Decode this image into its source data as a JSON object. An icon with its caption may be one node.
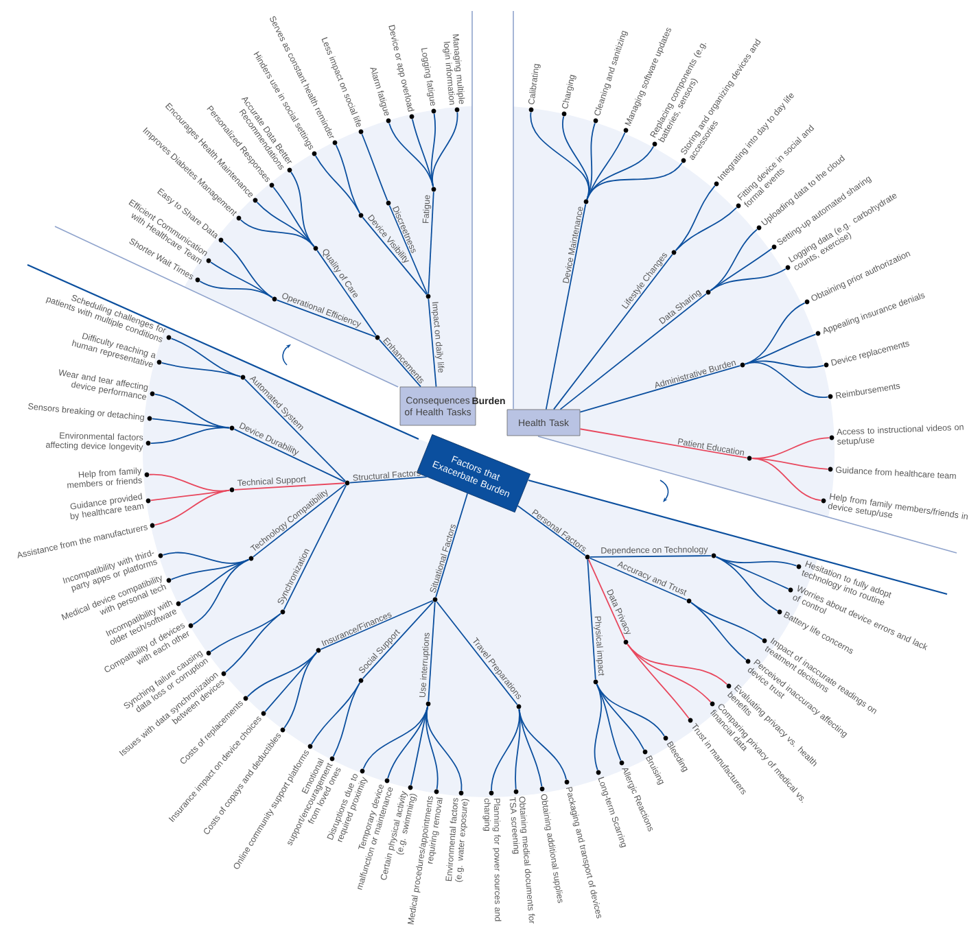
{
  "diagram": {
    "nodes": [
      {
        "text": [
          "Consequences of Health Tasks"
        ]
      },
      {
        "text": [
          "Enhancements"
        ]
      },
      {
        "text": [
          "Operational Efficiency"
        ]
      },
      {
        "text": [
          "Shorter Wait Times"
        ]
      },
      {
        "text": [
          "Efficient Communication with Healthcare Team"
        ]
      },
      {
        "text": [
          "Easy to Share Data"
        ]
      },
      {
        "text": [
          "Quality of Care"
        ]
      },
      {
        "text": [
          "Improves Diabetes Management"
        ]
      },
      {
        "text": [
          "Encourages Health Maintenance"
        ]
      },
      {
        "text": [
          "Personalized Responses"
        ]
      },
      {
        "text": [
          "Accurate Data Better Recommendations"
        ]
      },
      {
        "text": [
          "Impact on daily life"
        ]
      },
      {
        "text": [
          "Device Visibility"
        ]
      },
      {
        "text": [
          "Hinders use in social settings"
        ]
      },
      {
        "text": [
          "Serves as constant health reminder"
        ]
      },
      {
        "text": [
          "Discreetness"
        ]
      },
      {
        "text": [
          "Less impact on social life"
        ]
      },
      {
        "text": [
          "Fatigue"
        ]
      },
      {
        "text": [
          "Alarm fatigue"
        ]
      },
      {
        "text": [
          "Device or app overload"
        ]
      },
      {
        "text": [
          "Logging fatigue"
        ]
      },
      {
        "text": [
          "Managing multiple login information"
        ]
      },
      {
        "text": [
          "Health Task"
        ]
      },
      {
        "text": [
          "Device Maintenance"
        ]
      },
      {
        "text": [
          "Calibrating"
        ]
      },
      {
        "text": [
          "Charging"
        ]
      },
      {
        "text": [
          "Cleaning and sanitizing"
        ]
      },
      {
        "text": [
          "Managing software updates"
        ]
      },
      {
        "text": [
          "Replacing components (e.g. batteries, sensors)"
        ]
      },
      {
        "text": [
          "Storing and organizing devices and accessories"
        ]
      },
      {
        "text": [
          "Lifestyle Changes"
        ]
      },
      {
        "text": [
          "Integrating into day to day life"
        ]
      },
      {
        "text": [
          "Fitting device in social and formal events"
        ]
      },
      {
        "text": [
          "Data Sharing"
        ]
      },
      {
        "text": [
          "Uploading data to the cloud"
        ]
      },
      {
        "text": [
          "Setting-up automated sharing"
        ]
      },
      {
        "text": [
          "Logging data (e.g. carbohydrate counts, exercise)"
        ]
      },
      {
        "text": [
          "Administrative Burden"
        ]
      },
      {
        "text": [
          "Obtaining prior authorization"
        ]
      },
      {
        "text": [
          "Appealing insurance denials"
        ]
      },
      {
        "text": [
          "Device replacements"
        ]
      },
      {
        "text": [
          "Reimbursements"
        ]
      },
      {
        "text": [
          "Patient Education"
        ]
      },
      {
        "text": [
          "Access to instructional videos on setup/use"
        ]
      },
      {
        "text": [
          "Guidance from healthcare team"
        ]
      },
      {
        "text": [
          "Help from family members/friends in device setup/use"
        ]
      },
      {
        "text": [
          "Factors that Exacerbate Burden"
        ]
      },
      {
        "text": [
          "Structural Factors"
        ]
      },
      {
        "text": [
          "Automated System"
        ]
      },
      {
        "text": [
          "Scheduling challenges for patients with multiple conditions"
        ]
      },
      {
        "text": [
          "Difficulty reaching a human representative"
        ]
      },
      {
        "text": [
          "Device Durability"
        ]
      },
      {
        "text": [
          "Wear and tear affecting device performance"
        ]
      },
      {
        "text": [
          "Sensors breaking or detaching"
        ]
      },
      {
        "text": [
          "Environmental factors affecting device longevity"
        ]
      },
      {
        "text": [
          "Technical Support"
        ]
      },
      {
        "text": [
          "Help from family members or friends"
        ]
      },
      {
        "text": [
          "Guidance provided by healthcare team"
        ]
      },
      {
        "text": [
          "Assistance from the manufacturers"
        ]
      },
      {
        "text": [
          "Technology Compatibility"
        ]
      },
      {
        "text": [
          "Incompatibility with third-party apps or platforms"
        ]
      },
      {
        "text": [
          "Medical device compatibility with personal tech"
        ]
      },
      {
        "text": [
          "Incompatibility with older tech/software"
        ]
      },
      {
        "text": [
          "Compatibility of devices with each other"
        ]
      },
      {
        "text": [
          "Synchronization"
        ]
      },
      {
        "text": [
          "Synching failure causing data loss or corruption"
        ]
      },
      {
        "text": [
          "Issues with data synchronization between devices"
        ]
      },
      {
        "text": [
          "Situational Factors"
        ]
      },
      {
        "text": [
          "Insurance/Finances"
        ]
      },
      {
        "text": [
          "Costs of replacements"
        ]
      },
      {
        "text": [
          "Insurance impact on device choices"
        ]
      },
      {
        "text": [
          "Costs of copays and deductibles"
        ]
      },
      {
        "text": [
          "Social Support"
        ]
      },
      {
        "text": [
          "Online community support platforms"
        ]
      },
      {
        "text": [
          "Emotional support/encouragement from loved ones"
        ]
      },
      {
        "text": [
          "Use interruptions"
        ]
      },
      {
        "text": [
          "Disruptions due to required proximity"
        ]
      },
      {
        "text": [
          "Temporary device malfunction or maintenance"
        ]
      },
      {
        "text": [
          "Certain physical activity (e.g. swimming)"
        ]
      },
      {
        "text": [
          "Medical procedures/appointments requiring removal"
        ]
      },
      {
        "text": [
          "Environmental factors (e.g. water exposure)"
        ]
      },
      {
        "text": [
          "Travel Preparations"
        ]
      },
      {
        "text": [
          "Planning for power sources and charging"
        ]
      },
      {
        "text": [
          "Obtaining medical documents for TSA screening"
        ]
      },
      {
        "text": [
          "Obtaining additional supplies"
        ]
      },
      {
        "text": [
          "Packaging and transport of devices"
        ]
      },
      {
        "text": [
          "Personal Factors"
        ]
      },
      {
        "text": [
          "Dependence on Technology"
        ]
      },
      {
        "text": [
          "Hesitation to fully adopt technology into routine"
        ]
      },
      {
        "text": [
          "Worries about device errors and lack of control"
        ]
      },
      {
        "text": [
          "Battery life concerns"
        ]
      },
      {
        "text": [
          "Accuracy and Trust"
        ]
      },
      {
        "text": [
          "Impact of inaccurate readings on treatment decisions"
        ]
      },
      {
        "text": [
          "Perceived inaccuracy affecting device trust"
        ]
      },
      {
        "text": [
          "Data Privacy"
        ]
      },
      {
        "text": [
          "Evaluating privacy vs. health benefits"
        ]
      },
      {
        "text": [
          "Comparing privacy of medical vs. financial data"
        ]
      },
      {
        "text": [
          "Trust in manufacturers"
        ]
      },
      {
        "text": [
          "Physical impact"
        ]
      },
      {
        "text": [
          "Bleeding"
        ]
      },
      {
        "text": [
          "Bruising"
        ]
      },
      {
        "text": [
          "Allergic Reactions"
        ]
      },
      {
        "text": [
          "Long-term Scarring"
        ]
      }
    ],
    "edges": [
      {
        "from": 0,
        "to": 1,
        "arrow": "none"
      },
      {
        "from": 1,
        "to": 2,
        "arrow": "none"
      },
      {
        "from": 2,
        "to": 3,
        "arrow": "none"
      },
      {
        "from": 2,
        "to": 4,
        "arrow": "none"
      },
      {
        "from": 2,
        "to": 5,
        "arrow": "none"
      },
      {
        "from": 1,
        "to": 6,
        "arrow": "none"
      },
      {
        "from": 6,
        "to": 7,
        "arrow": "none"
      },
      {
        "from": 6,
        "to": 8,
        "arrow": "none"
      },
      {
        "from": 6,
        "to": 9,
        "arrow": "none"
      },
      {
        "from": 6,
        "to": 10,
        "arrow": "none"
      },
      {
        "from": 0,
        "to": 11,
        "arrow": "none"
      },
      {
        "from": 11,
        "to": 12,
        "arrow": "none"
      },
      {
        "from": 12,
        "to": 13,
        "arrow": "none"
      },
      {
        "from": 12,
        "to": 14,
        "arrow": "none"
      },
      {
        "from": 11,
        "to": 15,
        "arrow": "none"
      },
      {
        "from": 15,
        "to": 16,
        "arrow": "none"
      },
      {
        "from": 11,
        "to": 17,
        "arrow": "none"
      },
      {
        "from": 17,
        "to": 18,
        "arrow": "none"
      },
      {
        "from": 17,
        "to": 19,
        "arrow": "none"
      },
      {
        "from": 17,
        "to": 20,
        "arrow": "none"
      },
      {
        "from": 17,
        "to": 21,
        "arrow": "none"
      },
      {
        "from": 22,
        "to": 23,
        "arrow": "none"
      },
      {
        "from": 23,
        "to": 24,
        "arrow": "none"
      },
      {
        "from": 23,
        "to": 25,
        "arrow": "none"
      },
      {
        "from": 23,
        "to": 26,
        "arrow": "none"
      },
      {
        "from": 23,
        "to": 27,
        "arrow": "none"
      },
      {
        "from": 23,
        "to": 28,
        "arrow": "none"
      },
      {
        "from": 23,
        "to": 29,
        "arrow": "none"
      },
      {
        "from": 22,
        "to": 30,
        "arrow": "none"
      },
      {
        "from": 30,
        "to": 31,
        "arrow": "none"
      },
      {
        "from": 30,
        "to": 32,
        "arrow": "none"
      },
      {
        "from": 22,
        "to": 33,
        "arrow": "none"
      },
      {
        "from": 33,
        "to": 34,
        "arrow": "none"
      },
      {
        "from": 33,
        "to": 35,
        "arrow": "none"
      },
      {
        "from": 33,
        "to": 36,
        "arrow": "none"
      },
      {
        "from": 22,
        "to": 37,
        "arrow": "none"
      },
      {
        "from": 37,
        "to": 38,
        "arrow": "none"
      },
      {
        "from": 37,
        "to": 39,
        "arrow": "none"
      },
      {
        "from": 37,
        "to": 40,
        "arrow": "none"
      },
      {
        "from": 37,
        "to": 41,
        "arrow": "none"
      },
      {
        "from": 22,
        "to": 42,
        "arrow": "none",
        "color": "#e8475d"
      },
      {
        "from": 42,
        "to": 43,
        "arrow": "none",
        "color": "#e8475d"
      },
      {
        "from": 42,
        "to": 44,
        "arrow": "none",
        "color": "#e8475d"
      },
      {
        "from": 42,
        "to": 45,
        "arrow": "none",
        "color": "#e8475d"
      },
      {
        "from": 46,
        "to": 47,
        "arrow": "none"
      },
      {
        "from": 47,
        "to": 48,
        "arrow": "none"
      },
      {
        "from": 48,
        "to": 49,
        "arrow": "none"
      },
      {
        "from": 48,
        "to": 50,
        "arrow": "none"
      },
      {
        "from": 47,
        "to": 51,
        "arrow": "none"
      },
      {
        "from": 51,
        "to": 52,
        "arrow": "none"
      },
      {
        "from": 51,
        "to": 53,
        "arrow": "none"
      },
      {
        "from": 51,
        "to": 54,
        "arrow": "none"
      },
      {
        "from": 47,
        "to": 55,
        "arrow": "none",
        "color": "#e8475d"
      },
      {
        "from": 55,
        "to": 56,
        "arrow": "none",
        "color": "#e8475d"
      },
      {
        "from": 55,
        "to": 57,
        "arrow": "none",
        "color": "#e8475d"
      },
      {
        "from": 55,
        "to": 58,
        "arrow": "none",
        "color": "#e8475d"
      },
      {
        "from": 47,
        "to": 59,
        "arrow": "none"
      },
      {
        "from": 59,
        "to": 60,
        "arrow": "none"
      },
      {
        "from": 59,
        "to": 61,
        "arrow": "none"
      },
      {
        "from": 59,
        "to": 62,
        "arrow": "none"
      },
      {
        "from": 59,
        "to": 63,
        "arrow": "none"
      },
      {
        "from": 47,
        "to": 64,
        "arrow": "none"
      },
      {
        "from": 64,
        "to": 65,
        "arrow": "none"
      },
      {
        "from": 64,
        "to": 66,
        "arrow": "none"
      },
      {
        "from": 46,
        "to": 67,
        "arrow": "none"
      },
      {
        "from": 67,
        "to": 68,
        "arrow": "none"
      },
      {
        "from": 68,
        "to": 69,
        "arrow": "none"
      },
      {
        "from": 68,
        "to": 70,
        "arrow": "none"
      },
      {
        "from": 68,
        "to": 71,
        "arrow": "none"
      },
      {
        "from": 67,
        "to": 72,
        "arrow": "none"
      },
      {
        "from": 72,
        "to": 73,
        "arrow": "none"
      },
      {
        "from": 72,
        "to": 74,
        "arrow": "none"
      },
      {
        "from": 67,
        "to": 75,
        "arrow": "none"
      },
      {
        "from": 75,
        "to": 76,
        "arrow": "none"
      },
      {
        "from": 75,
        "to": 77,
        "arrow": "none"
      },
      {
        "from": 75,
        "to": 78,
        "arrow": "none"
      },
      {
        "from": 75,
        "to": 79,
        "arrow": "none"
      },
      {
        "from": 75,
        "to": 80,
        "arrow": "none"
      },
      {
        "from": 67,
        "to": 81,
        "arrow": "none"
      },
      {
        "from": 81,
        "to": 82,
        "arrow": "none"
      },
      {
        "from": 81,
        "to": 83,
        "arrow": "none"
      },
      {
        "from": 81,
        "to": 84,
        "arrow": "none"
      },
      {
        "from": 81,
        "to": 85,
        "arrow": "none"
      },
      {
        "from": 46,
        "to": 86,
        "arrow": "none"
      },
      {
        "from": 86,
        "to": 87,
        "arrow": "none"
      },
      {
        "from": 87,
        "to": 88,
        "arrow": "none"
      },
      {
        "from": 87,
        "to": 89,
        "arrow": "none"
      },
      {
        "from": 87,
        "to": 90,
        "arrow": "none"
      },
      {
        "from": 86,
        "to": 91,
        "arrow": "none"
      },
      {
        "from": 91,
        "to": 92,
        "arrow": "none"
      },
      {
        "from": 91,
        "to": 93,
        "arrow": "none"
      },
      {
        "from": 86,
        "to": 94,
        "arrow": "none",
        "color": "#e8475d"
      },
      {
        "from": 94,
        "to": 95,
        "arrow": "none",
        "color": "#e8475d"
      },
      {
        "from": 94,
        "to": 96,
        "arrow": "none",
        "color": "#e8475d"
      },
      {
        "from": 94,
        "to": 97,
        "arrow": "none",
        "color": "#e8475d"
      },
      {
        "from": 86,
        "to": 98,
        "arrow": "none"
      },
      {
        "from": 98,
        "to": 99,
        "arrow": "none"
      },
      {
        "from": 98,
        "to": 100,
        "arrow": "none"
      },
      {
        "from": 98,
        "to": 101,
        "arrow": "none"
      },
      {
        "from": 98,
        "to": 102,
        "arrow": "none"
      }
    ],
    "labels": [
      "Burden"
    ]
  }
}
